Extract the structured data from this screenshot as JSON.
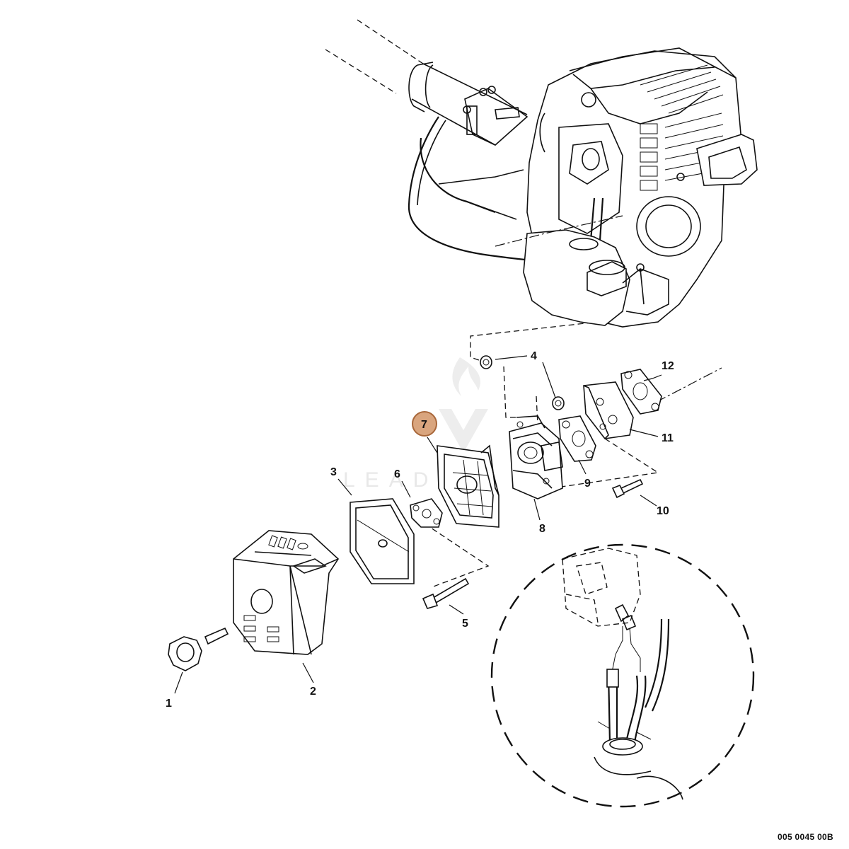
{
  "diagram": {
    "callouts": [
      {
        "id": "1",
        "label": "1"
      },
      {
        "id": "2",
        "label": "2"
      },
      {
        "id": "3",
        "label": "3"
      },
      {
        "id": "4",
        "label": "4"
      },
      {
        "id": "5",
        "label": "5"
      },
      {
        "id": "6",
        "label": "6"
      },
      {
        "id": "7",
        "label": "7",
        "highlighted": true,
        "highlight_fill": "#d9a57e",
        "highlight_stroke": "#a8673a"
      },
      {
        "id": "8",
        "label": "8"
      },
      {
        "id": "9",
        "label": "9"
      },
      {
        "id": "10",
        "label": "10"
      },
      {
        "id": "11",
        "label": "11"
      },
      {
        "id": "12",
        "label": "12"
      }
    ],
    "document_code": "005 0045 00B",
    "watermark_text": "LEADING RE",
    "line_color": "#111111"
  }
}
